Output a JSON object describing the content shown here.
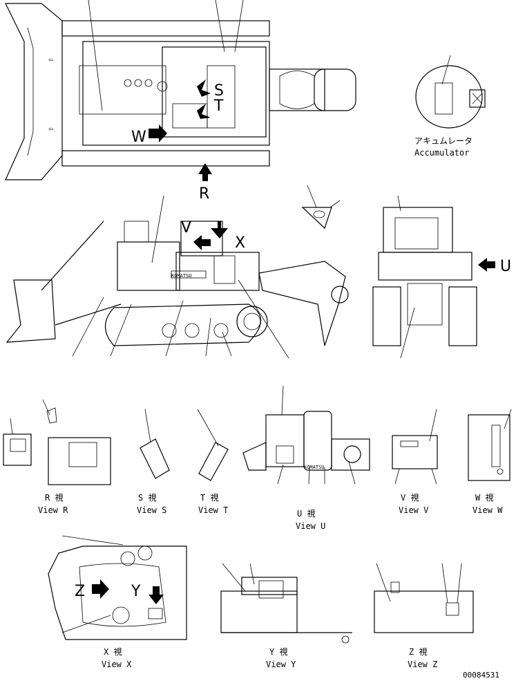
{
  "accumulator": {
    "jp": "アキュムレータ",
    "en": "Accumulator"
  },
  "letters": {
    "S": "S",
    "T": "T",
    "W": "W",
    "R": "R",
    "V": "V",
    "X": "X",
    "U": "U",
    "Y": "Y",
    "Z": "Z"
  },
  "brand_plate": "KOMATSU",
  "views": [
    {
      "id": "R",
      "jp": "R 視",
      "en": "View R"
    },
    {
      "id": "S",
      "jp": "S 視",
      "en": "View S"
    },
    {
      "id": "T",
      "jp": "T 視",
      "en": "View T"
    },
    {
      "id": "U",
      "jp": "U 視",
      "en": "View U"
    },
    {
      "id": "V",
      "jp": "V 視",
      "en": "View V"
    },
    {
      "id": "W",
      "jp": "W 視",
      "en": "View W"
    },
    {
      "id": "X",
      "jp": "X 視",
      "en": "View X"
    },
    {
      "id": "Y",
      "jp": "Y 視",
      "en": "View Y"
    },
    {
      "id": "Z",
      "jp": "Z 視",
      "en": "View Z"
    }
  ],
  "part_number": "00084531"
}
